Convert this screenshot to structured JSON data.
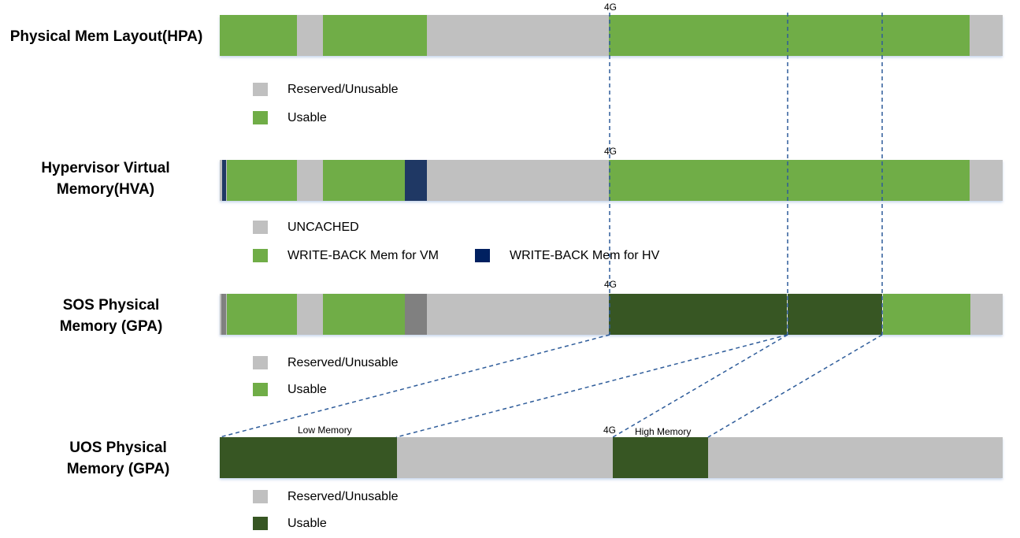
{
  "rows": {
    "hpa": {
      "title_line1": "Physical Mem Layout(HPA)",
      "marker_4g": "4G",
      "legend": [
        {
          "label": "Reserved/Unusable",
          "color": "#c0c0c0",
          "icon": "gray-swatch"
        },
        {
          "label": "Usable",
          "color": "#70ad47",
          "icon": "green-swatch"
        }
      ]
    },
    "hva": {
      "title_line1": "Hypervisor Virtual",
      "title_line2": "Memory(HVA)",
      "marker_4g": "4G",
      "legend": [
        {
          "label": "UNCACHED",
          "color": "#c0c0c0",
          "icon": "gray-swatch"
        },
        {
          "label": "WRITE-BACK Mem for VM",
          "color": "#70ad47",
          "icon": "green-swatch"
        },
        {
          "label": "WRITE-BACK Mem for HV",
          "color": "#002060",
          "icon": "navy-swatch"
        }
      ]
    },
    "sos": {
      "title_line1": "SOS Physical",
      "title_line2": "Memory (GPA)",
      "marker_4g": "4G",
      "legend": [
        {
          "label": "Reserved/Unusable",
          "color": "#c0c0c0",
          "icon": "gray-swatch"
        },
        {
          "label": "Usable",
          "color": "#70ad47",
          "icon": "green-swatch"
        }
      ]
    },
    "uos": {
      "title_line1": "UOS Physical",
      "title_line2": "Memory (GPA)",
      "marker_4g": "4G",
      "low_memory_label": "Low Memory",
      "high_memory_label": "High Memory",
      "legend": [
        {
          "label": "Reserved/Unusable",
          "color": "#c0c0c0",
          "icon": "gray-swatch"
        },
        {
          "label": "Usable",
          "color": "#375623",
          "icon": "dark-green-swatch"
        }
      ]
    }
  },
  "colors": {
    "usable": "#70ad47",
    "usable_dark": "#375623",
    "reserved": "#c0c0c0",
    "hv_writeback": "#1f3864",
    "sos_reserved_block": "#808080",
    "dashed_line": "#2e5c9a"
  }
}
